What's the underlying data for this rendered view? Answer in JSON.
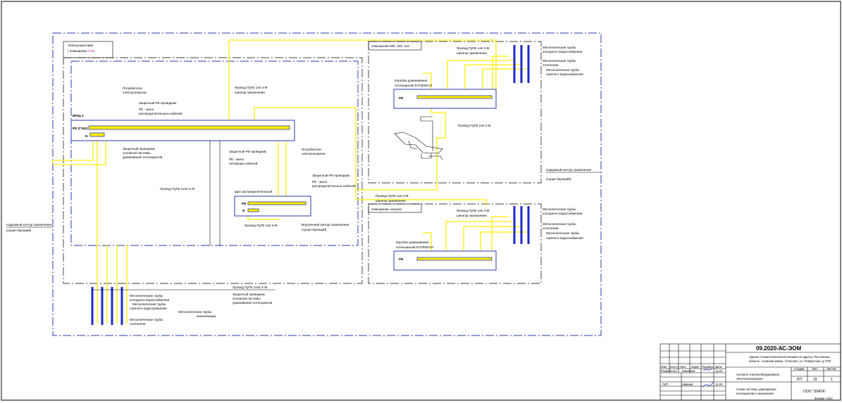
{
  "drawing": {
    "switchboard_room": "Электрощитовая",
    "switchboard_room_num_prefix": "( помещение ",
    "switchboard_room_num": "000",
    "switchboard_room_num_suffix": ")",
    "room_a": "помещения 008, 105, 116",
    "room_b": "помещение санузла",
    "vrshch": "ВРЩ-1",
    "pe_gsh": "PE (ГЗШ)",
    "pe": "PE",
    "n": "N",
    "dist_panel": "Щит распределительный",
    "box_a": [
      "Коробка уравнивания",
      "потенциалов КУП2603-И"
    ],
    "box_b": [
      "Коробка уравнивания",
      "потенциалов КУП2603-И"
    ],
    "wire_1x6": "Провод ПуГВ 1х6 3-Ж",
    "wire_1x16": "Провод ПуГВ 1х16 3-Ж",
    "bond_bus": "шинеэр заземления",
    "consumers": [
      "Потребители",
      "электроэнергии"
    ],
    "pe_protective": "Защитный PE-проводник",
    "pe_distribution": [
      "PE - жило",
      "распределительных кабелей"
    ],
    "pe_supply": [
      "PE - жило",
      "питающих кабелей"
    ],
    "main_bonding": [
      "Защитный проводник",
      "основной системы",
      "уравнивания потенциалов"
    ],
    "internal_loop": [
      "Внутренний контур заземления",
      "(существующий)"
    ],
    "external_loop": [
      "Наружный контур заземления",
      "(существующий)"
    ],
    "pipe_cold": [
      "Металлические трубы",
      "холодного водоснабжения"
    ],
    "pipe_heat": [
      "Металлические трубы",
      "отопления"
    ],
    "pipe_hot": [
      "Металлические трубы",
      "горячего водоснабжения"
    ],
    "pipe_sewer": [
      "Металлические трубы",
      "канализации"
    ]
  },
  "titleblock": {
    "code": "09.2020-АС-ЭОМ",
    "project": [
      "Здание стоматологической клиники по адресу: Ростовская",
      "область, Азовский район, п.Рассвет, ул. Поворотная, д.ТЛ/0"
    ],
    "section": [
      "Силовое электрооборудование.",
      "Электроосвещение"
    ],
    "sheet_title": [
      "Схема системы уравнивания",
      "потенциалов и заземления"
    ],
    "stage_h": "Стадия",
    "sheet_h": "Лист",
    "sheets_h": "Листов",
    "stage": "РП",
    "sheet": "19",
    "sheets": "1",
    "company": "ООО \"ЗЛАТА\"",
    "format": "Формат А3х3",
    "row_labels": [
      "Изм.",
      "Кол.уч",
      "Лист",
      "№док",
      "Подпись",
      "Дата"
    ],
    "developed": "Разработал",
    "developer": "Шишкина",
    "gip": "ГИП",
    "gip_name": "Шиваев",
    "date": "11.20",
    "date2": "11.20"
  }
}
